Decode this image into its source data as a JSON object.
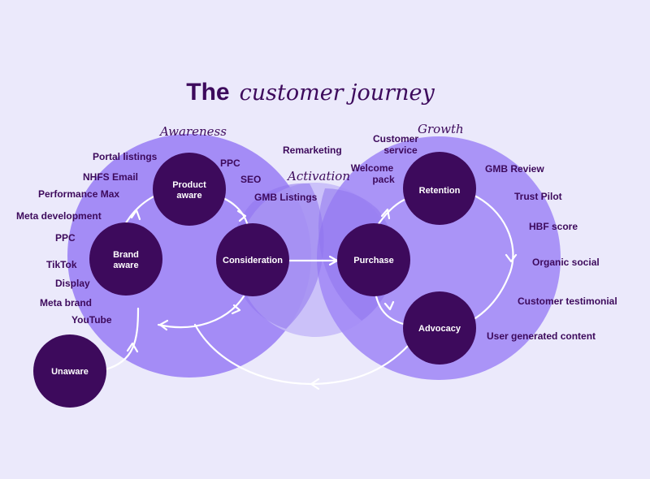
{
  "title": {
    "bold": "The",
    "italic": "customer journey"
  },
  "colors": {
    "background": "#ebe9fb",
    "big_circle": "#a48cf6",
    "activation_circle": "#c6baf8",
    "node": "#3d0a5c",
    "text": "#3d0a5c",
    "arrow": "#ffffff"
  },
  "sections": {
    "awareness": "Awareness",
    "activation": "Activation",
    "growth": "Growth"
  },
  "nodes": {
    "unaware": "Unaware",
    "brand_aware": [
      "Brand",
      "aware"
    ],
    "product_aware": [
      "Product",
      "aware"
    ],
    "consideration": "Consideration",
    "purchase": "Purchase",
    "retention": "Retention",
    "advocacy": "Advocacy"
  },
  "tags": {
    "portal_listings": "Portal listings",
    "nhfs_email": "NHFS Email",
    "performance_max": "Performance Max",
    "meta_development": "Meta development",
    "ppc_left": "PPC",
    "tiktok": "TikTok",
    "display": "Display",
    "meta_brand": "Meta brand",
    "youtube": "YouTube",
    "ppc_top": "PPC",
    "seo": "SEO",
    "gmb_listings": "GMB Listings",
    "remarketing": "Remarketing",
    "customer_service": [
      "Customer",
      "service"
    ],
    "welcome_pack": [
      "Welcome",
      "pack"
    ],
    "gmb_review": "GMB Review",
    "trust_pilot": "Trust Pilot",
    "hbf_score": "HBF score",
    "organic_social": "Organic social",
    "customer_testimonial": "Customer testimonial",
    "user_generated_content": "User generated content"
  }
}
